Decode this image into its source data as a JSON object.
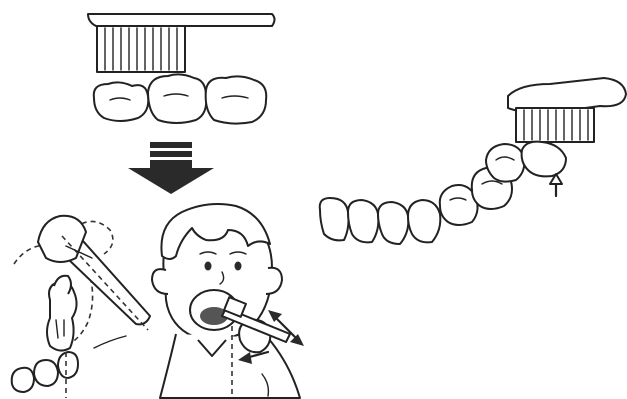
{
  "figure": {
    "panels": [
      {
        "id": "brush-over-teeth",
        "icon": "toothbrush-bristles-on-molars"
      },
      {
        "id": "down-arrow",
        "icon": "arrow-down-icon"
      },
      {
        "id": "brush-angle-detail",
        "icon": "toothbrush-tooth-closeup"
      },
      {
        "id": "child-brushing",
        "icon": "child-brushing-teeth"
      },
      {
        "id": "dental-arch",
        "icon": "toothbrush-on-dental-arch"
      }
    ],
    "colors": {
      "ink": "#222222",
      "arrow": "#2a2a2a",
      "background": "#ffffff"
    }
  }
}
